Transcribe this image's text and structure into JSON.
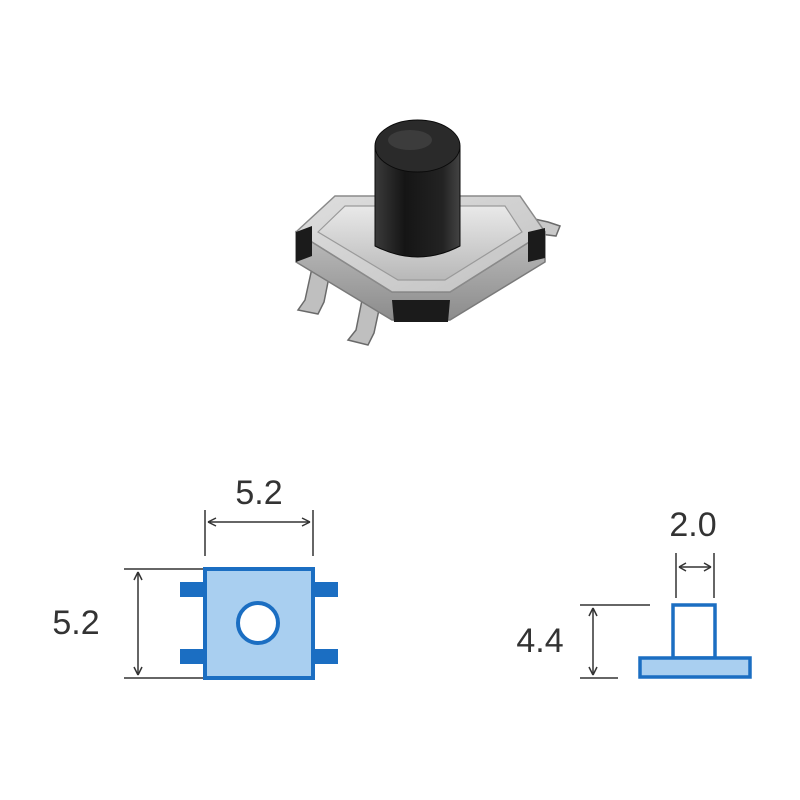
{
  "top_view": {
    "width_label": "5.2",
    "height_label": "5.2"
  },
  "side_view": {
    "actuator_width_label": "2.0",
    "height_label": "4.4"
  },
  "colors": {
    "outline_blue": "#1b6ec2",
    "fill_blue": "#a9cff0",
    "dimension_line": "#333333",
    "actuator_black": "#1c1c1c",
    "housing_metal": "#cfcfcf"
  }
}
